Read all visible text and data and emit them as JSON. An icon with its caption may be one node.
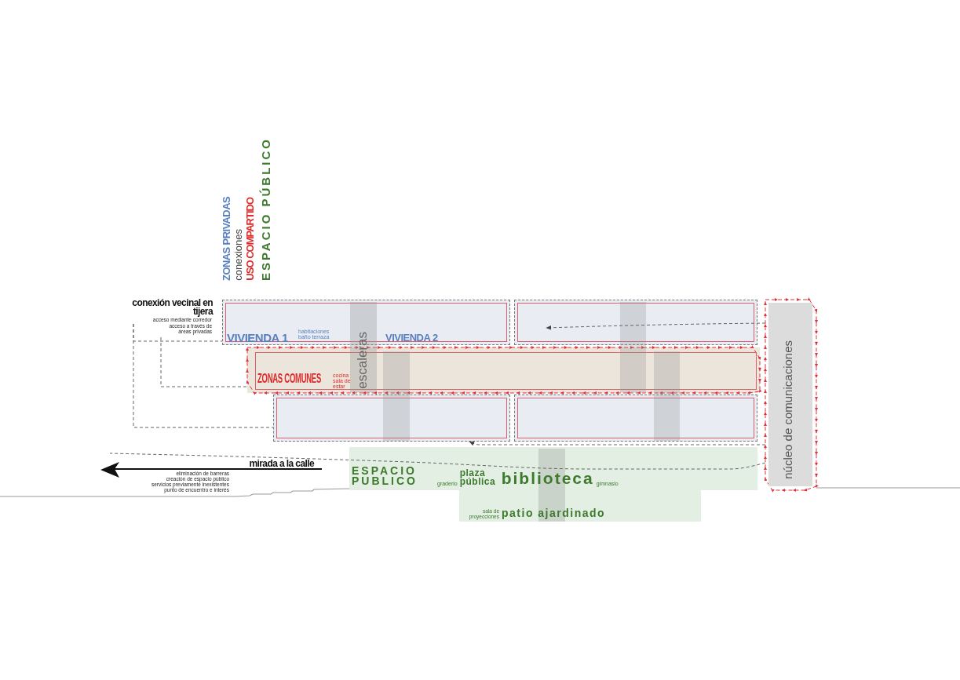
{
  "diagram": {
    "nodes": [
      {
        "text": [
          "VIVIENDA 1",
          "habitaciones baño terraza",
          "VIVIENDA 2"
        ]
      },
      {
        "text": [],
        "shape": "box"
      },
      {
        "text": [
          "ZONAS COMUNES",
          "cocina sala de estar"
        ]
      },
      {
        "text": [
          "escaleras"
        ]
      },
      {
        "text": [],
        "shape": "box"
      },
      {
        "text": [],
        "shape": "box"
      },
      {
        "text": [
          "núcleo de comunicaciones"
        ]
      },
      {
        "text": [
          "ESPACIO PUBLICO",
          "graderio",
          "plaza pública",
          "biblioteca",
          "gimnasio"
        ]
      },
      {
        "text": [
          "sala de proyecciones",
          "patio ajardinado"
        ]
      },
      {
        "text": [
          "acceso mediante corredor"
        ]
      },
      {
        "text": [
          "acceso a través de áreas privadas"
        ]
      }
    ],
    "edges": [
      {
        "from": 9,
        "to": 0,
        "arrow": "none",
        "style": "dashed"
      },
      {
        "from": 9,
        "to": 4,
        "arrow": "none",
        "style": "dashed"
      },
      {
        "from": 10,
        "to": 2,
        "arrow": "none",
        "style": "dashed"
      },
      {
        "from": 6,
        "to": 1,
        "arrow": "to",
        "style": "dashed"
      },
      {
        "from": 6,
        "to": 4,
        "arrow": "to",
        "style": "dashed"
      },
      {
        "from": 6,
        "to": null,
        "arrow": "none",
        "style": "dashed"
      }
    ],
    "labels": [
      "ZONAS PRIVADAS",
      "conexiones",
      "USO COMPARTIDO",
      "ESPACIO PÚBLICO",
      "conexión vecinal en tijera",
      "mirada a la calle",
      "eliminación de barreras",
      "creación de espacio público",
      "servicios previamente inexistentes",
      "punto de encuentro e interés"
    ]
  }
}
